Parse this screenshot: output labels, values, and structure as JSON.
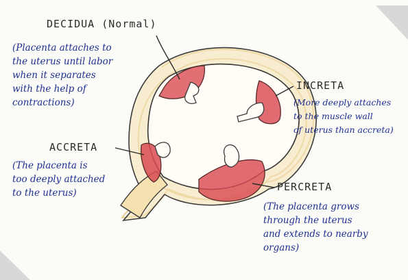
{
  "diagram": {
    "labels": {
      "decidua": {
        "title": "DECIDUA (Normal)",
        "note": [
          "(Placenta attaches to",
          "the uterus until labor",
          "when it separates",
          "with the help of",
          "contractions)"
        ]
      },
      "increta": {
        "title": "INCRETA",
        "note": [
          "(More deeply attaches",
          "to the muscle wall",
          "of uterus than accreta)"
        ]
      },
      "accreta": {
        "title": "ACCRETA",
        "note": [
          "(The placenta is",
          "too deeply attached",
          "to the uterus)"
        ]
      },
      "percreta": {
        "title": "PERCRETA",
        "note": [
          "(The placenta grows",
          "through the uterus",
          "and extends to nearby",
          "organs)"
        ]
      }
    },
    "colors": {
      "uterus_wall": "#f6e2b0",
      "placenta": "#d94b52",
      "ink_label": "#2b2b2b",
      "ink_note": "#1f2f8f"
    }
  }
}
